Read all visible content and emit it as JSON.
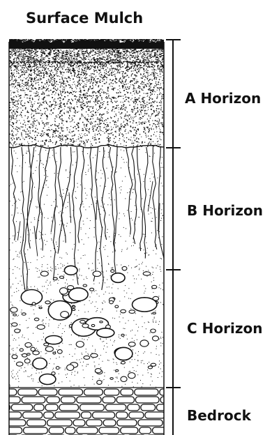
{
  "diagram": {
    "title": "Surface Mulch",
    "layers": [
      {
        "id": "a-horizon",
        "label": "A Horizon"
      },
      {
        "id": "b-horizon",
        "label": "B Horizon"
      },
      {
        "id": "c-horizon",
        "label": "C Horizon"
      },
      {
        "id": "bedrock",
        "label": "Bedrock"
      }
    ],
    "colors": {
      "ink": "#111111",
      "background": "#ffffff"
    }
  }
}
